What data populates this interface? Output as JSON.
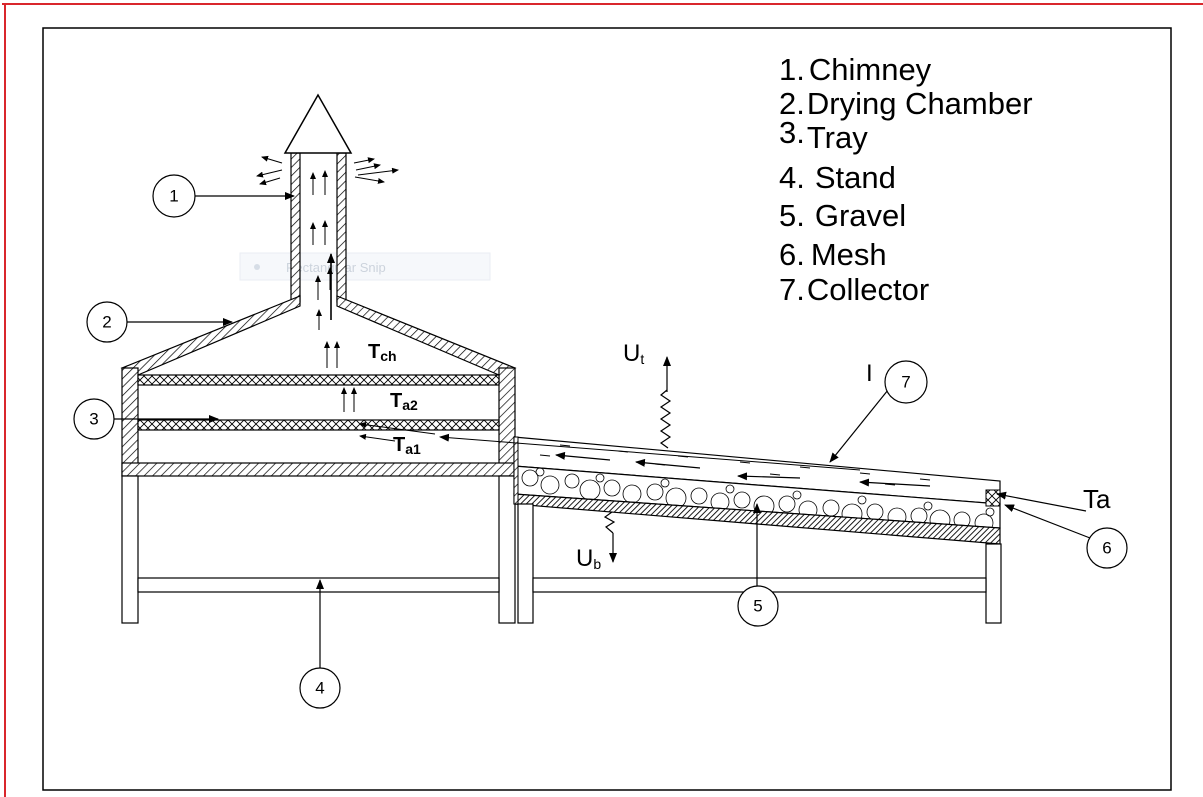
{
  "legend": [
    {
      "num": "1.",
      "label": "Chimney"
    },
    {
      "num": "2.",
      "label": "Drying Chamber"
    },
    {
      "num": "3.",
      "label": "Tray"
    },
    {
      "num": "4.",
      "label": "Stand"
    },
    {
      "num": "5.",
      "label": "Gravel"
    },
    {
      "num": "6.",
      "label": "Mesh"
    },
    {
      "num": "7.",
      "label": "Collector"
    }
  ],
  "callouts": [
    "1",
    "2",
    "3",
    "4",
    "5",
    "6",
    "7"
  ],
  "variables": {
    "t_ch": {
      "main": "T",
      "sub": "ch"
    },
    "t_a2": {
      "main": "T",
      "sub": "a2"
    },
    "t_a1": {
      "main": "T",
      "sub": "a1"
    },
    "u_t": {
      "main": "U",
      "sub": "t"
    },
    "u_b": {
      "main": "U",
      "sub": "b"
    },
    "ta": "Ta",
    "i": "I"
  },
  "overlay": {
    "snip_label": "Rectangular Snip"
  },
  "colors": {
    "page_border": "#d9262c",
    "line": "#000000",
    "snip_bg": "#eef2f8"
  }
}
